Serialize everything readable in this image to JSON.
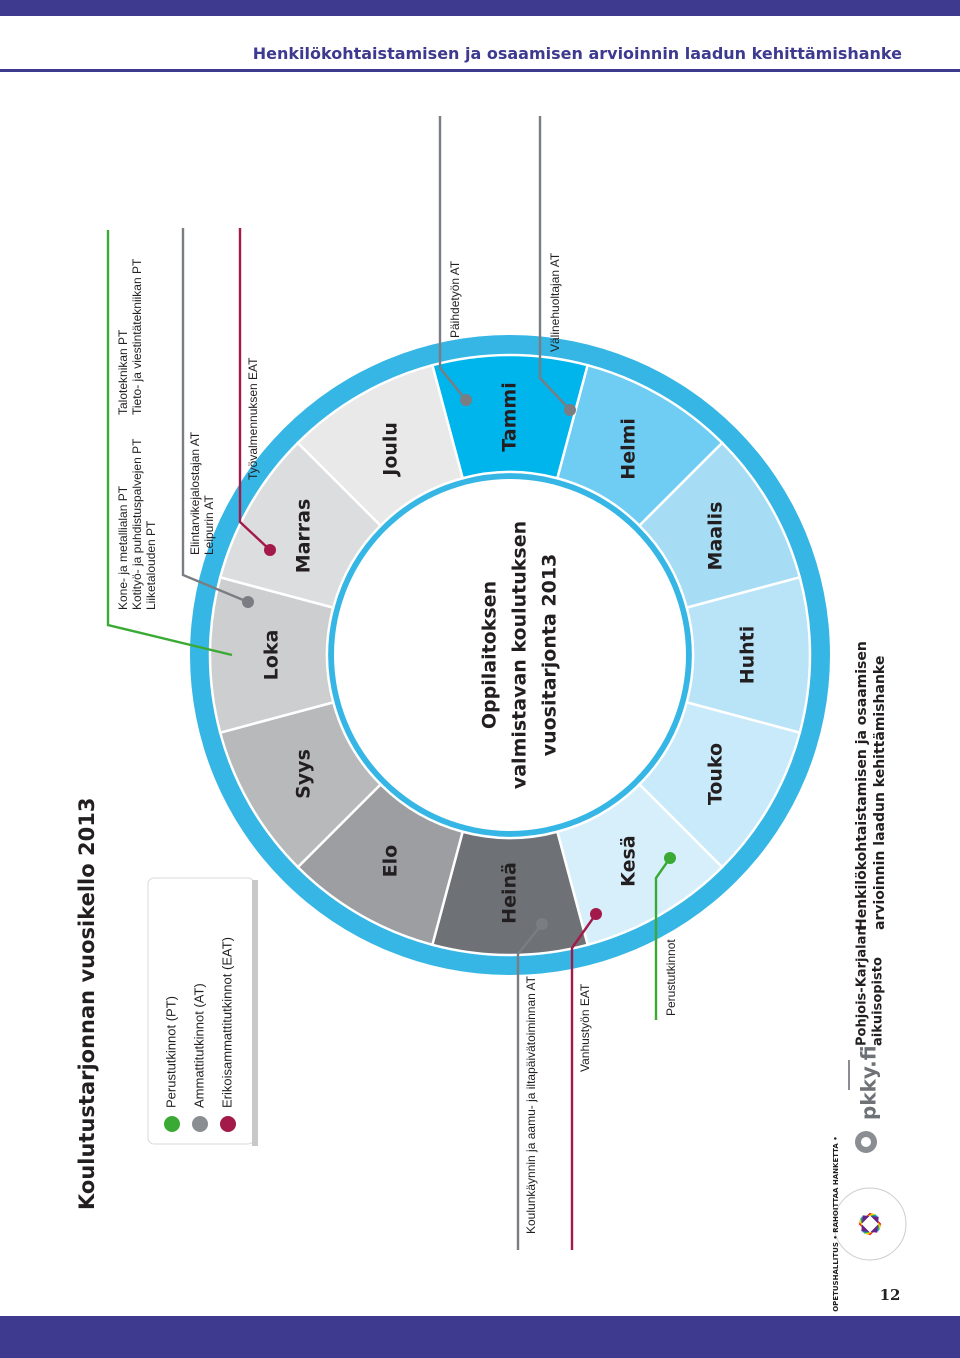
{
  "header": {
    "title": "Henkilökohtaistamisen ja osaamisen arvioinnin laadun kehittämishanke"
  },
  "page": {
    "title": "Koulutustarjonnan vuosikello 2013",
    "number": "12"
  },
  "legend": [
    {
      "label": "Perustutkinnot (PT)",
      "color": "#3aaa35"
    },
    {
      "label": "Ammattitutkinnot (AT)",
      "color": "#8a8d91"
    },
    {
      "label": "Erikoisammattitutkinnot (EAT)",
      "color": "#a3194a"
    }
  ],
  "wheel": {
    "center_lines": [
      "Oppilaitoksen",
      "valmistavan koulutuksen",
      "vuositarjonta 2013"
    ],
    "ring_color": "#36b6e4",
    "months": [
      {
        "name": "Tammi",
        "color": "#00b5ec"
      },
      {
        "name": "Helmi",
        "color": "#6fcdf3"
      },
      {
        "name": "Maalis",
        "color": "#a7dcf5"
      },
      {
        "name": "Huhti",
        "color": "#b9e3f7"
      },
      {
        "name": "Touko",
        "color": "#c9eafa"
      },
      {
        "name": "Kesä",
        "color": "#d6effb"
      },
      {
        "name": "Heinä",
        "color": "#6e7175"
      },
      {
        "name": "Elo",
        "color": "#9c9ea1"
      },
      {
        "name": "Syys",
        "color": "#b7b9bb"
      },
      {
        "name": "Loka",
        "color": "#cdcecf"
      },
      {
        "name": "Marras",
        "color": "#dcddde"
      },
      {
        "name": "Joulu",
        "color": "#e9e9ea"
      }
    ]
  },
  "callouts": {
    "pt_tammi": {
      "lines": [
        "Kone- ja metallialan PT",
        "Kotityö- ja puhdistuspalvejen PT",
        "Liiketalouden PT"
      ],
      "lines2": [
        "Taloteknikan PT",
        "Tieto- ja viestintätekniikan PT"
      ],
      "color": "#3aaa35"
    },
    "at_tammi": {
      "lines": [
        "Elintarvikejalostajan AT",
        "Leipurin AT"
      ],
      "color": "#7a7d81"
    },
    "eat_tammi": {
      "lines": [
        "Työvalmennuksen EAT"
      ],
      "color": "#a3194a"
    },
    "at_maalis": {
      "lines": [
        "Päihdetyön AT"
      ],
      "color": "#7a7d81"
    },
    "at_huhti": {
      "lines": [
        "Välinehuoltajan AT"
      ],
      "color": "#7a7d81"
    },
    "at_syys": {
      "lines": [
        "Koulunkäynnin ja aamu- ja iltapäivätoiminnan AT"
      ],
      "color": "#7a7d81"
    },
    "eat_syys": {
      "lines": [
        "Vanhustyön EAT"
      ],
      "color": "#a3194a"
    },
    "pt_elo": {
      "lines": [
        "Perustutkinnot"
      ],
      "color": "#3aaa35"
    }
  },
  "footer": {
    "project_lines": [
      "Henkilökohtaistamisen ja osaamisen",
      "arvioinnin laadun kehittämishanke"
    ],
    "org_lines": [
      "Pohjois-Karjalan",
      "aikuisopisto"
    ],
    "logo_text": "pkky.fi",
    "seal_text": "OPETUSHALLITUS • RAHOITTAA HANKETTA •"
  },
  "colors": {
    "accent": "#3d3a8f"
  }
}
